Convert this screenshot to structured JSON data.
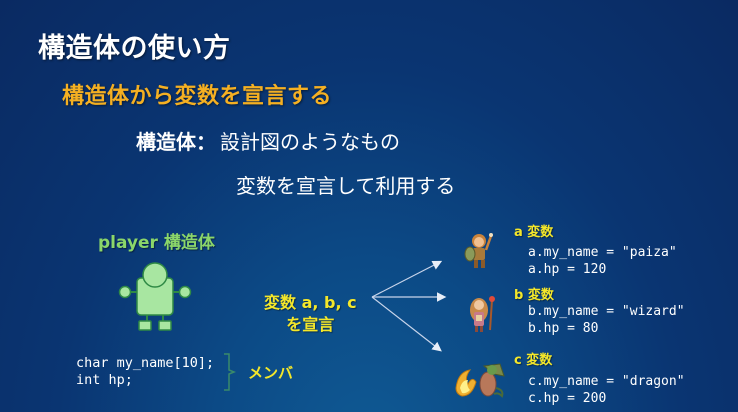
{
  "slide": {
    "title": "構造体の使い方",
    "subtitle": "構造体から変数を宣言する",
    "definition": {
      "term": "構造体：",
      "description": "設計図のようなもの",
      "line2": "変数を宣言して利用する"
    },
    "struct_diagram": {
      "label": "player 構造体",
      "icon": "robot-icon",
      "icon_color": "#a8e6a1",
      "code_lines": [
        "char my_name[10];",
        "int hp;"
      ],
      "member_label": "メンバ"
    },
    "declare": {
      "line1": "変数 a, b, c",
      "line2": "を宣言"
    },
    "variables": [
      {
        "title": "a 変数",
        "sprite": "hero-sprite-icon",
        "lines": [
          "a.my_name = \"paiza\"",
          "a.hp = 120"
        ]
      },
      {
        "title": "b 変数",
        "sprite": "wizard-sprite-icon",
        "lines": [
          "b.my_name = \"wizard\"",
          "b.hp = 80"
        ]
      },
      {
        "title": "c 変数",
        "sprite": "dragon-sprite-icon",
        "lines": [
          "c.my_name = \"dragon\"",
          "c.hp = 200"
        ]
      }
    ],
    "colors": {
      "title": "#ffffff",
      "subtitle": "#f5b022",
      "struct_label": "#8bd66a",
      "highlight": "#f4e72a",
      "background": "#0a2a62"
    }
  }
}
